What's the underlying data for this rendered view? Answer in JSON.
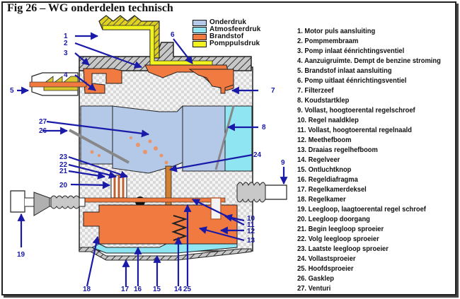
{
  "title": "Fig 26 – WG onderdelen technisch",
  "legend": [
    {
      "label": "Onderdruk",
      "color": "#b4c8e8"
    },
    {
      "label": "Atmosfeerdruk",
      "color": "#8fe6f2"
    },
    {
      "label": "Brandstof",
      "color": "#f07a40"
    },
    {
      "label": "Pomppulsdruk",
      "color": "#f2f21e"
    }
  ],
  "parts": [
    {
      "num": "1.",
      "label": "Motor puls aansluiting"
    },
    {
      "num": "2.",
      "label": "Pompmembraam"
    },
    {
      "num": "3.",
      "label": "Pomp inlaat éénrichtingsventiel"
    },
    {
      "num": "4.",
      "label": "Aanzuigruimte. Dempt de benzine stroming"
    },
    {
      "num": "5.",
      "label": "Brandstof inlaat aansluiting"
    },
    {
      "num": "6.",
      "label": "Pomp uitlaat éénrichtingsventiel"
    },
    {
      "num": "7.",
      "label": "Filterzeef"
    },
    {
      "num": "8.",
      "label": "Koudstartklep"
    },
    {
      "num": "9.",
      "label": "Vollast, hoogtoerental regelschroef"
    },
    {
      "num": "10.",
      "label": "Regel naaldklep"
    },
    {
      "num": "11.",
      "label": "Vollast, hoogtoerental regelnaald"
    },
    {
      "num": "12.",
      "label": "Meethefboom"
    },
    {
      "num": "13.",
      "label": "Draaias regelhefboom"
    },
    {
      "num": "14.",
      "label": "Regelveer"
    },
    {
      "num": "15.",
      "label": "Ontluchtknop"
    },
    {
      "num": "16.",
      "label": "Regeldiafragma"
    },
    {
      "num": "17.",
      "label": "Regelkamerdeksel"
    },
    {
      "num": "18.",
      "label": "Regelkamer"
    },
    {
      "num": "19.",
      "label": "Leegloop, laagtoerental regel schroef"
    },
    {
      "num": "20.",
      "label": "Leegloop doorgang"
    },
    {
      "num": "21.",
      "label": "Begin leegloop sproeier"
    },
    {
      "num": "22.",
      "label": "Volg leegloop sproeier"
    },
    {
      "num": "23.",
      "label": "Laatste leegloop sproeier"
    },
    {
      "num": "24.",
      "label": "Vollastsproeier"
    },
    {
      "num": "25.",
      "label": "Hoofdsproeier"
    },
    {
      "num": "26.",
      "label": "Gasklep"
    },
    {
      "num": "27.",
      "label": "Venturi"
    }
  ],
  "callouts": [
    "1",
    "2",
    "3",
    "4",
    "5",
    "6",
    "7",
    "8",
    "9",
    "10",
    "11",
    "12",
    "13",
    "14",
    "15",
    "16",
    "17",
    "18",
    "19",
    "20",
    "21",
    "22",
    "23",
    "24",
    "25",
    "26",
    "27"
  ]
}
